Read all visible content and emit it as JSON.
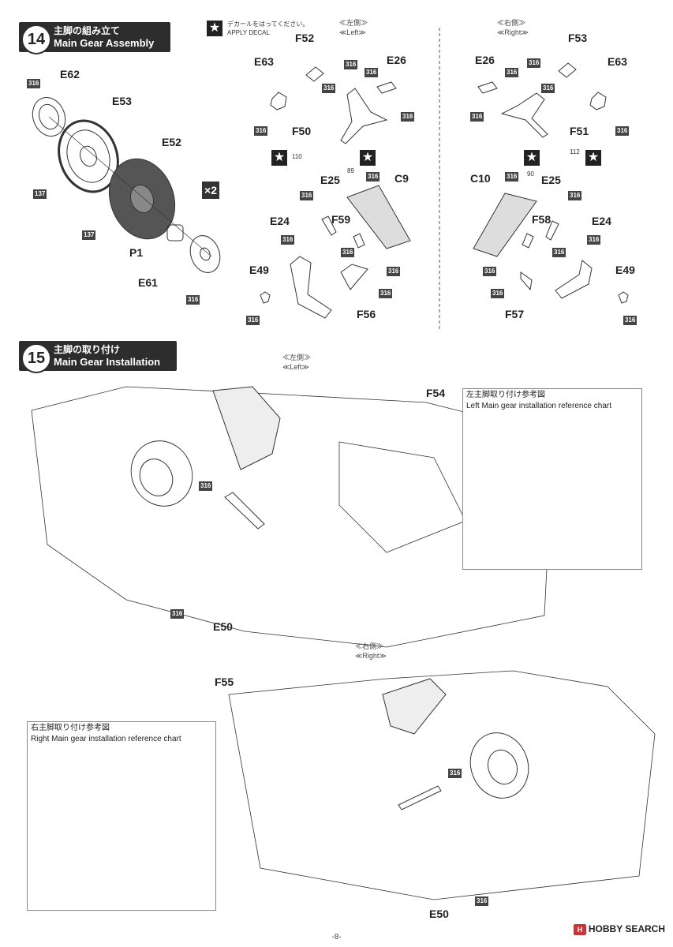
{
  "step14": {
    "number": "14",
    "title_jp": "主脚の組み立て",
    "title_en": "Main Gear Assembly"
  },
  "step15": {
    "number": "15",
    "title_jp": "主脚の取り付け",
    "title_en": "Main Gear Installation"
  },
  "decal_note": {
    "jp": "デカールをはってください。",
    "en": "APPLY DECAL"
  },
  "sides": {
    "left": {
      "jp": "≪左側≫",
      "en": "≪Left≫"
    },
    "right": {
      "jp": "≪右側≫",
      "en": "≪Right≫"
    }
  },
  "assembly_parts": {
    "E62": "E62",
    "E53": "E53",
    "E52": "E52",
    "P1": "P1",
    "E61": "E61",
    "F52": "F52",
    "E63": "E63",
    "E26": "E26",
    "F50": "F50",
    "E25": "E25",
    "C9": "C9",
    "E24": "E24",
    "F59": "F59",
    "E49": "E49",
    "F56": "F56",
    "F53": "F53",
    "F51": "F51",
    "C10": "C10",
    "F58": "F58",
    "F57": "F57"
  },
  "multiplier": "×2",
  "paint_codes": {
    "c316": "316",
    "c137": "137"
  },
  "decal_numbers": {
    "d110": "110",
    "d112": "112",
    "d89": "89",
    "d90": "90"
  },
  "install_parts": {
    "F54": "F54",
    "F55": "F55",
    "E50": "E50"
  },
  "ref_left": {
    "jp": "左主脚取り付け参考図",
    "en": "Left Main gear installation reference chart"
  },
  "ref_right": {
    "jp": "右主脚取り付け参考図",
    "en": "Right Main gear installation reference chart"
  },
  "page_number": "-8-",
  "watermark": {
    "icon": "H",
    "text": "HOBBY SEARCH"
  },
  "icons": [
    "star-decal-icon"
  ]
}
